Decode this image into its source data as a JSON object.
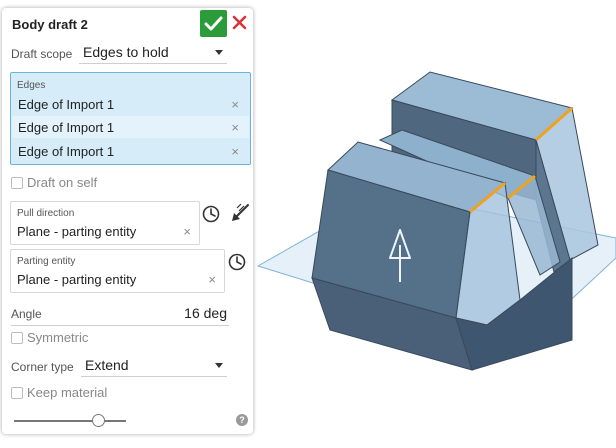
{
  "dialog": {
    "title": "Body draft 2",
    "draft_scope": {
      "label": "Draft scope",
      "value": "Edges to hold"
    },
    "edges": {
      "title": "Edges",
      "items": [
        "Edge of Import 1",
        "Edge of Import 1",
        "Edge of Import 1"
      ],
      "remove_glyph": "×"
    },
    "draft_on_self": {
      "label": "Draft on self",
      "checked": false
    },
    "pull_direction": {
      "label": "Pull direction",
      "value": "Plane - parting entity",
      "remove_glyph": "×"
    },
    "parting_entity": {
      "label": "Parting entity",
      "value": "Plane - parting entity",
      "remove_glyph": "×"
    },
    "angle": {
      "label": "Angle",
      "value": "16 deg"
    },
    "symmetric": {
      "label": "Symmetric",
      "checked": false
    },
    "corner_type": {
      "label": "Corner type",
      "value": "Extend"
    },
    "keep_material": {
      "label": "Keep material",
      "checked": false
    },
    "help_glyph": "?",
    "slider_level": 0.75
  },
  "colors": {
    "confirm": "#2c9c3a",
    "cancel": "#d8333a",
    "selection_fill": "#d6ecf8",
    "selection_border": "#6ab5e0",
    "model_face": "#7fa3c0",
    "edge_highlight": "#f0a21c"
  },
  "icons": [
    "check-icon",
    "close-icon",
    "caret-down-icon",
    "clock-icon",
    "flip-direction-icon",
    "help-icon"
  ]
}
